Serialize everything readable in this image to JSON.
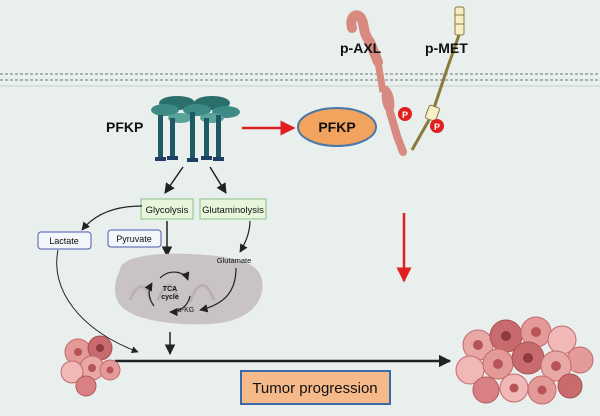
{
  "labels": {
    "pfkp_left": "PFKP",
    "pfkp_right": "PFKP",
    "paxl": "p-AXL",
    "pmet": "p-MET",
    "phospho_axl": "P",
    "phospho_met": "P",
    "glycolysis": "Glycolysis",
    "glutaminolysis": "Glutaminolysis",
    "lactate": "Lactate",
    "pyruvate": "Pyruvate",
    "glutamate": "Glutamate",
    "tca_line1": "TCA",
    "tca_line2": "cycle",
    "akg": "α-KG",
    "tumor": "Tumor progression"
  },
  "colors": {
    "background": "#e8efec",
    "membrane": "#aab4b8",
    "pfkp_protein": "#2a6f6b",
    "pfkp_oval_fill": "#f2a35e",
    "pfkp_oval_stroke": "#4a78a8",
    "axl": "#d98a80",
    "met": "#8a7a3a",
    "phospho": "#e02020",
    "red_arrow": "#e02020",
    "box_green_fill": "#e6f5dc",
    "box_green_stroke": "#8cc08a",
    "box_blue_fill": "#f3f6fb",
    "box_blue_stroke": "#4a5aa8",
    "mito": "#c9c2c6",
    "tumor_box_fill": "#f5b98a",
    "tumor_box_stroke": "#3a6aa8",
    "cells": "#e49a98"
  }
}
